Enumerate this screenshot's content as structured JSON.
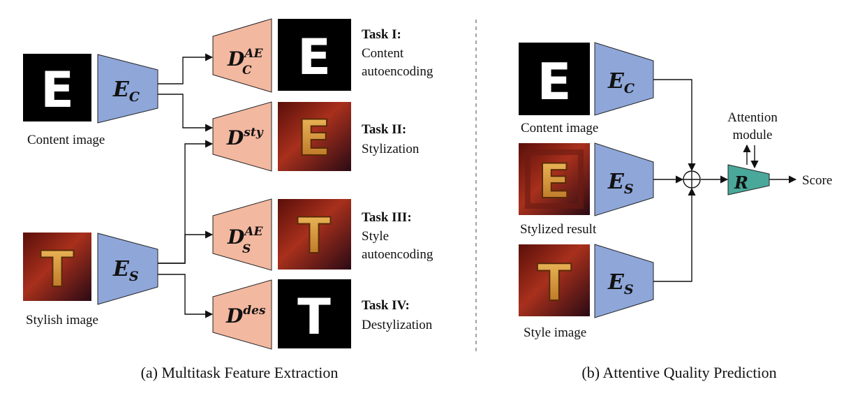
{
  "colors": {
    "encoder": "#8ea6d8",
    "decoder": "#f3b8a0",
    "attention": "#4aa89a",
    "stylish_bg": "#8a2018",
    "glyph_gold": "#d99a3a"
  },
  "left": {
    "content_label": "Content image",
    "stylish_label": "Stylish image",
    "content_glyph": "E",
    "stylish_glyph": "T",
    "enc_c_main": "E",
    "enc_c_sub": "C",
    "enc_s_main": "E",
    "enc_s_sub": "S",
    "dec1_main": "D",
    "dec1_sup": "AE",
    "dec1_sub": "C",
    "dec2_main": "D",
    "dec2_sup": "sty",
    "dec3_main": "D",
    "dec3_sup": "AE",
    "dec3_sub": "S",
    "dec4_main": "D",
    "dec4_sup": "des",
    "out1_glyph": "E",
    "out2_glyph": "E",
    "out3_glyph": "T",
    "out4_glyph": "T",
    "tasks": [
      {
        "title": "Task I:",
        "line1": "Content",
        "line2": "autoencoding"
      },
      {
        "title": "Task II:",
        "line1": "Stylization"
      },
      {
        "title": "Task III:",
        "line1": "Style",
        "line2": "autoencoding"
      },
      {
        "title": "Task IV:",
        "line1": "Destylization"
      }
    ],
    "caption": "(a) Multitask Feature Extraction"
  },
  "right": {
    "content_label": "Content image",
    "stylized_label": "Stylized result",
    "style_label": "Style image",
    "content_glyph": "E",
    "stylized_glyph": "E",
    "style_glyph": "T",
    "enc1_main": "E",
    "enc1_sub": "C",
    "enc2_main": "E",
    "enc2_sub": "S",
    "enc3_main": "E",
    "enc3_sub": "S",
    "r_label": "R",
    "attention_line1": "Attention",
    "attention_line2": "module",
    "score": "Score",
    "caption": "(b) Attentive Quality Prediction"
  }
}
